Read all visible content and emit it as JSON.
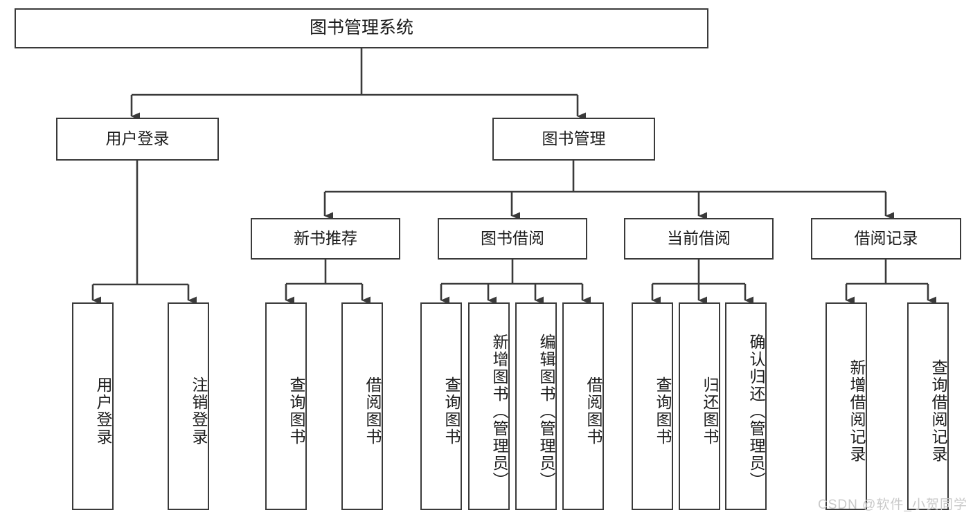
{
  "diagram": {
    "title": "图书管理系统",
    "type": "tree-hierarchy",
    "colors": {
      "box_border": "#3a3a3a",
      "box_fill": "#ffffff",
      "connector": "#3a3a3a",
      "text": "#1b1b1b",
      "watermark": "#c9c9c9",
      "background": "#ffffff"
    },
    "root": {
      "label": "图书管理系统"
    },
    "level2": [
      {
        "id": "user-login",
        "label": "用户登录"
      },
      {
        "id": "book-manage",
        "label": "图书管理"
      }
    ],
    "level3": [
      {
        "id": "new-book-recommend",
        "label": "新书推荐"
      },
      {
        "id": "book-borrow",
        "label": "图书借阅"
      },
      {
        "id": "current-borrow",
        "label": "当前借阅"
      },
      {
        "id": "borrow-record",
        "label": "借阅记录"
      }
    ],
    "leaves": {
      "user-login": [
        {
          "id": "leaf-user-login",
          "label": "用户登录"
        },
        {
          "id": "leaf-user-logout",
          "label": "注销登录"
        }
      ],
      "new-book-recommend": [
        {
          "id": "leaf-query-book-1",
          "label": "查询图书"
        },
        {
          "id": "leaf-borrow-book-1",
          "label": "借阅图书"
        }
      ],
      "book-borrow": [
        {
          "id": "leaf-query-book-2",
          "label": "查询图书"
        },
        {
          "id": "leaf-add-book",
          "label": "新增图书（管理员）"
        },
        {
          "id": "leaf-edit-book",
          "label": "编辑图书（管理员）"
        },
        {
          "id": "leaf-borrow-book-2",
          "label": "借阅图书"
        }
      ],
      "current-borrow": [
        {
          "id": "leaf-query-book-3",
          "label": "查询图书"
        },
        {
          "id": "leaf-return-book",
          "label": "归还图书"
        },
        {
          "id": "leaf-confirm-return",
          "label": "确认归还（管理员）"
        }
      ],
      "borrow-record": [
        {
          "id": "leaf-add-record",
          "label": "新增借阅记录"
        },
        {
          "id": "leaf-query-record",
          "label": "查询借阅记录"
        }
      ]
    }
  },
  "watermark": {
    "text": "CSDN @软件_小贺同学"
  }
}
